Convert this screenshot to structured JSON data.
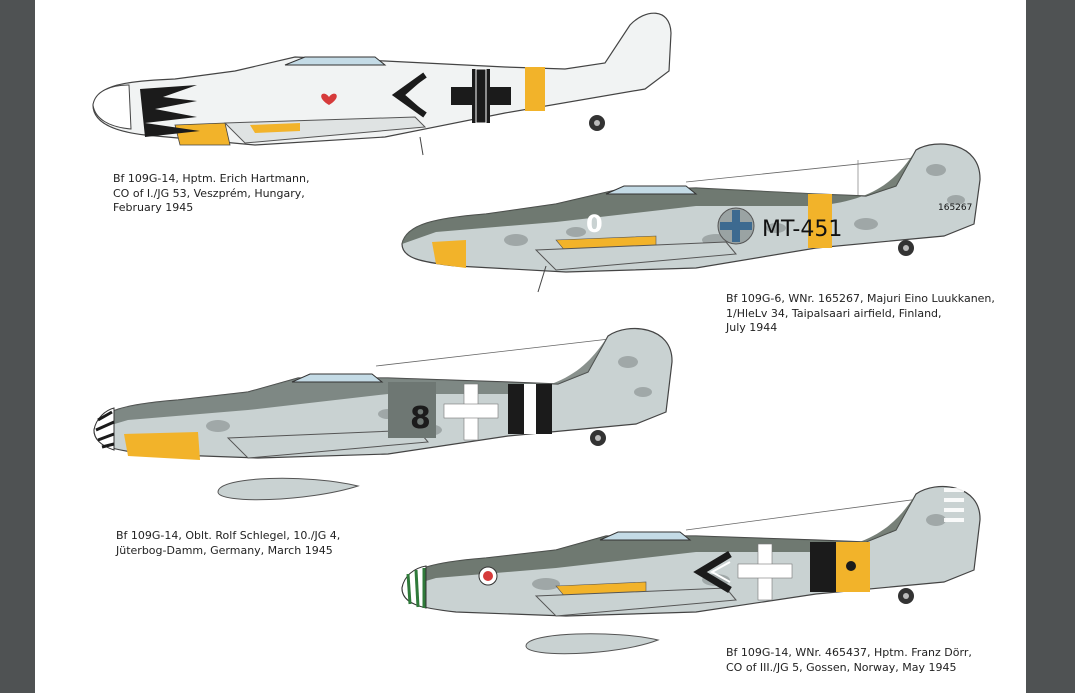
{
  "colors": {
    "background": "#4f5253",
    "page": "#ffffff",
    "rlm76": "#c9d2d2",
    "rlm74": "#4f5a52",
    "rlm75": "#7f8585",
    "yellow": "#f2b32a",
    "blue": "#3d6a90",
    "black": "#1b1b1b",
    "green": "#2f7a3a"
  },
  "profiles": [
    {
      "name": "hartmann",
      "caption": [
        "Bf 109G-14, Hptm. Erich Hartmann,",
        "CO of I./JG 53, Veszprém, Hungary,",
        "February 1945"
      ]
    },
    {
      "name": "luukkanen",
      "marking": "MT-451",
      "numeral": "0",
      "serial": "165267",
      "caption": [
        "Bf 109G-6, WNr. 165267, Majuri Eino Luukkanen,",
        "1/HleLv 34, Taipalsaari airfield, Finland,",
        "July 1944"
      ]
    },
    {
      "name": "schlegel",
      "numeral": "8",
      "caption": [
        "Bf 109G-14, Oblt. Rolf Schlegel, 10./JG 4,",
        "Jüterbog-Damm, Germany, March 1945"
      ]
    },
    {
      "name": "dorr",
      "caption": [
        "Bf 109G-14, WNr. 465437, Hptm. Franz Dörr,",
        "CO of III./JG 5, Gossen, Norway, May 1945"
      ]
    }
  ]
}
